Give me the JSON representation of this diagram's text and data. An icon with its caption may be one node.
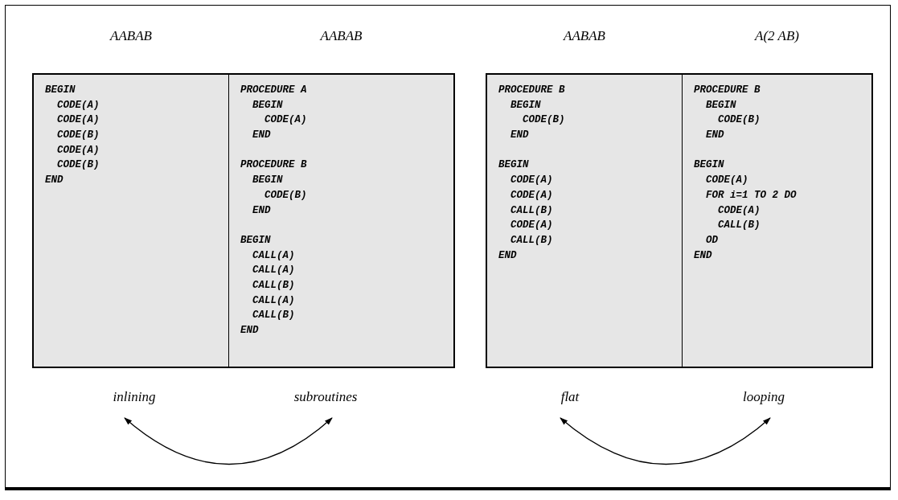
{
  "diagram": {
    "nodes": [
      {
        "text": [],
        "shape": "box"
      },
      {
        "text": [
          "AABAB",
          "BEGIN",
          "  CODE(A)",
          "  CODE(A)",
          "  CODE(B)",
          "  CODE(A)",
          "  CODE(B)",
          "END"
        ],
        "in": 0
      },
      {
        "text": [
          "AABAB",
          "PROCEDURE A",
          "  BEGIN",
          "    CODE(A)",
          "  END",
          "PROCEDURE B",
          "  BEGIN",
          "    CODE(B)",
          "  END",
          "BEGIN",
          "  CALL(A)",
          "  CALL(A)",
          "  CALL(B)",
          "  CALL(A)",
          "  CALL(B)",
          "END"
        ],
        "in": 0
      },
      {
        "text": [],
        "shape": "box"
      },
      {
        "text": [
          "AABAB",
          "PROCEDURE B",
          "  BEGIN",
          "    CODE(B)",
          "  END",
          "BEGIN",
          "  CODE(A)",
          "  CODE(A)",
          "  CALL(B)",
          "  CODE(A)",
          "  CALL(B)",
          "END"
        ],
        "in": 3
      },
      {
        "text": [
          "A(2 AB)",
          "PROCEDURE B",
          "  BEGIN",
          "    CODE(B)",
          "  END",
          "BEGIN",
          "  CODE(A)",
          "  FOR i=1 TO 2 DO",
          "    CODE(A)",
          "    CALL(B)",
          "  OD",
          "END"
        ],
        "in": 3
      },
      {
        "text": [
          "inlining"
        ]
      },
      {
        "text": [
          "subroutines"
        ]
      },
      {
        "text": [
          "flat"
        ]
      },
      {
        "text": [
          "looping"
        ]
      }
    ],
    "edges": [
      {
        "from": 6,
        "to": 7,
        "arrow": "both"
      },
      {
        "from": 8,
        "to": 9,
        "arrow": "both"
      }
    ]
  }
}
